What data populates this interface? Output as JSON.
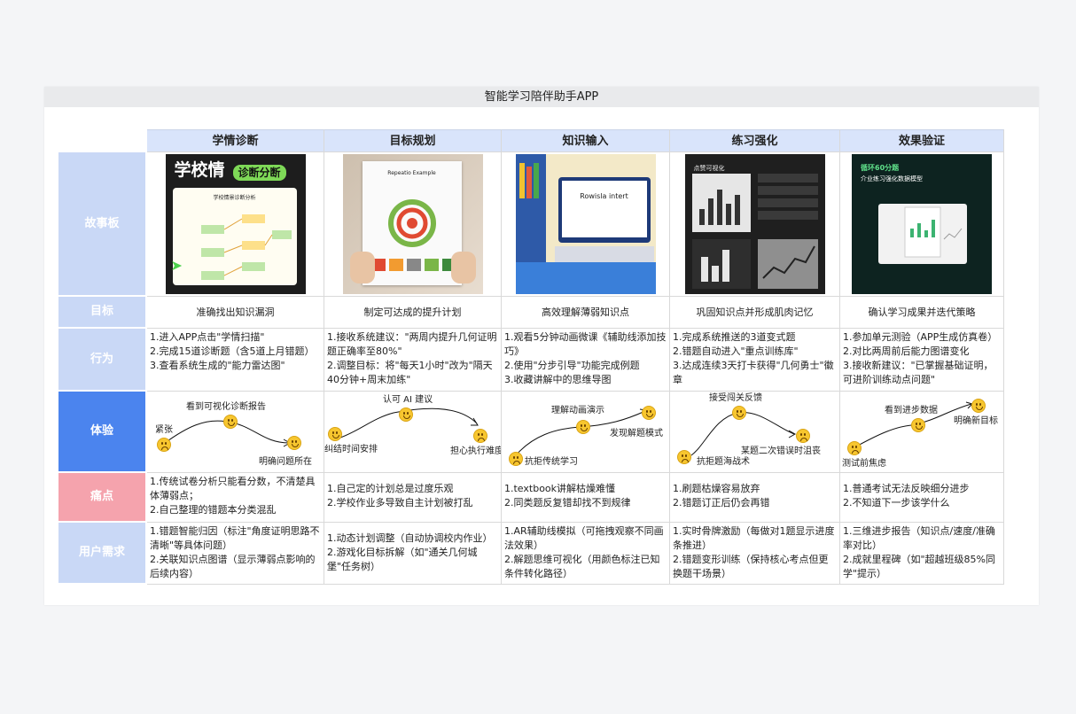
{
  "title": "智能学习陪伴助手APP",
  "columns": [
    "学情诊断",
    "目标规划",
    "知识输入",
    "练习强化",
    "效果验证"
  ],
  "row_labels": {
    "storyboard": "故事板",
    "goal": "目标",
    "behavior": "行为",
    "experience": "体验",
    "pain": "痛点",
    "needs": "用户需求"
  },
  "storyboard": {
    "img1_title_a": "学校情",
    "img1_title_b": "诊断分断",
    "img1_sub": "学校情景诊断分析",
    "img2_title": "Repeatio Example",
    "img3_screen": "Rowisla intert",
    "img4_title": "点赞可视化",
    "img5_title_a": "循环60分题",
    "img5_title_b": "介业练习强化数据模型"
  },
  "goals": [
    "准确找出知识漏洞",
    "制定可达成的提升计划",
    "高效理解薄弱知识点",
    "巩固知识点并形成肌肉记忆",
    "确认学习成果并迭代策略"
  ],
  "behaviors": [
    [
      "1.进入APP点击\"学情扫描\"",
      "2.完成15道诊断题（含5道上月错题）",
      "3.查看系统生成的\"能力雷达图\""
    ],
    [
      "1.接收系统建议：\"两周内提升几何证明题正确率至80%\"",
      "2.调整目标：将\"每天1小时\"改为\"隔天40分钟+周末加练\""
    ],
    [
      "1.观看5分钟动画微课《辅助线添加技巧》",
      "2.使用\"分步引导\"功能完成例题",
      "3.收藏讲解中的思维导图"
    ],
    [
      "1.完成系统推送的3道变式题",
      "2.错题自动进入\"重点训练库\"",
      "3.达成连续3天打卡获得\"几何勇士\"徽章"
    ],
    [
      "1.参加单元测验（APP生成仿真卷）",
      "2.对比两周前后能力图谱变化",
      "3.接收新建议：\"已掌握基础证明，可进阶训练动点问题\""
    ]
  ],
  "experience": [
    {
      "a": "紧张",
      "b": "看到可视化诊断报告",
      "c": "明确问题所在"
    },
    {
      "a": "纠结时间安排",
      "b": "认可 AI 建议",
      "c": "担心执行难度"
    },
    {
      "a": "抗拒传统学习",
      "b": "理解动画演示",
      "c": "发现解题模式"
    },
    {
      "a": "抗拒题海战术",
      "b": "接受闯关反馈",
      "c": "某题二次错误时沮丧"
    },
    {
      "a": "测试前焦虑",
      "b": "看到进步数据",
      "c": "明确新目标"
    }
  ],
  "pains": [
    [
      "1.传统试卷分析只能看分数，不清楚具体薄弱点；",
      "2.自己整理的错题本分类混乱"
    ],
    [
      "1.自己定的计划总是过度乐观",
      "2.学校作业多导致自主计划被打乱"
    ],
    [
      "1.textbook讲解枯燥难懂",
      "2.同类题反复错却找不到规律"
    ],
    [
      "1.刷题枯燥容易放弃",
      "2.错题订正后仍会再错"
    ],
    [
      "1.普通考试无法反映细分进步",
      "2.不知道下一步该学什么"
    ]
  ],
  "needs": [
    [
      "1.错题智能归因（标注\"角度证明思路不清晰\"等具体问题）",
      "2.关联知识点图谱（显示薄弱点影响的后续内容）"
    ],
    [
      "1.动态计划调整（自动协调校内作业）",
      "2.游戏化目标拆解（如\"通关几何城堡\"任务树）"
    ],
    [
      "1.AR辅助线模拟（可拖拽观察不同画法效果）",
      "2.解题思维可视化（用颜色标注已知条件转化路径）"
    ],
    [
      "1.实时骨牌激励（每做对1题显示进度条推进）",
      "2.错题变形训练（保持核心考点但更换题干场景）"
    ],
    [
      "1.三维进步报告（知识点/速度/准确率对比）",
      "2.成就里程碑（如\"超越班级85%同学\"提示）"
    ]
  ],
  "colors": {
    "header_bg": "#d9e4fb",
    "label_blue": "#c9d8f6",
    "label_strong": "#4b84ee",
    "label_pink": "#f5a3ad"
  }
}
